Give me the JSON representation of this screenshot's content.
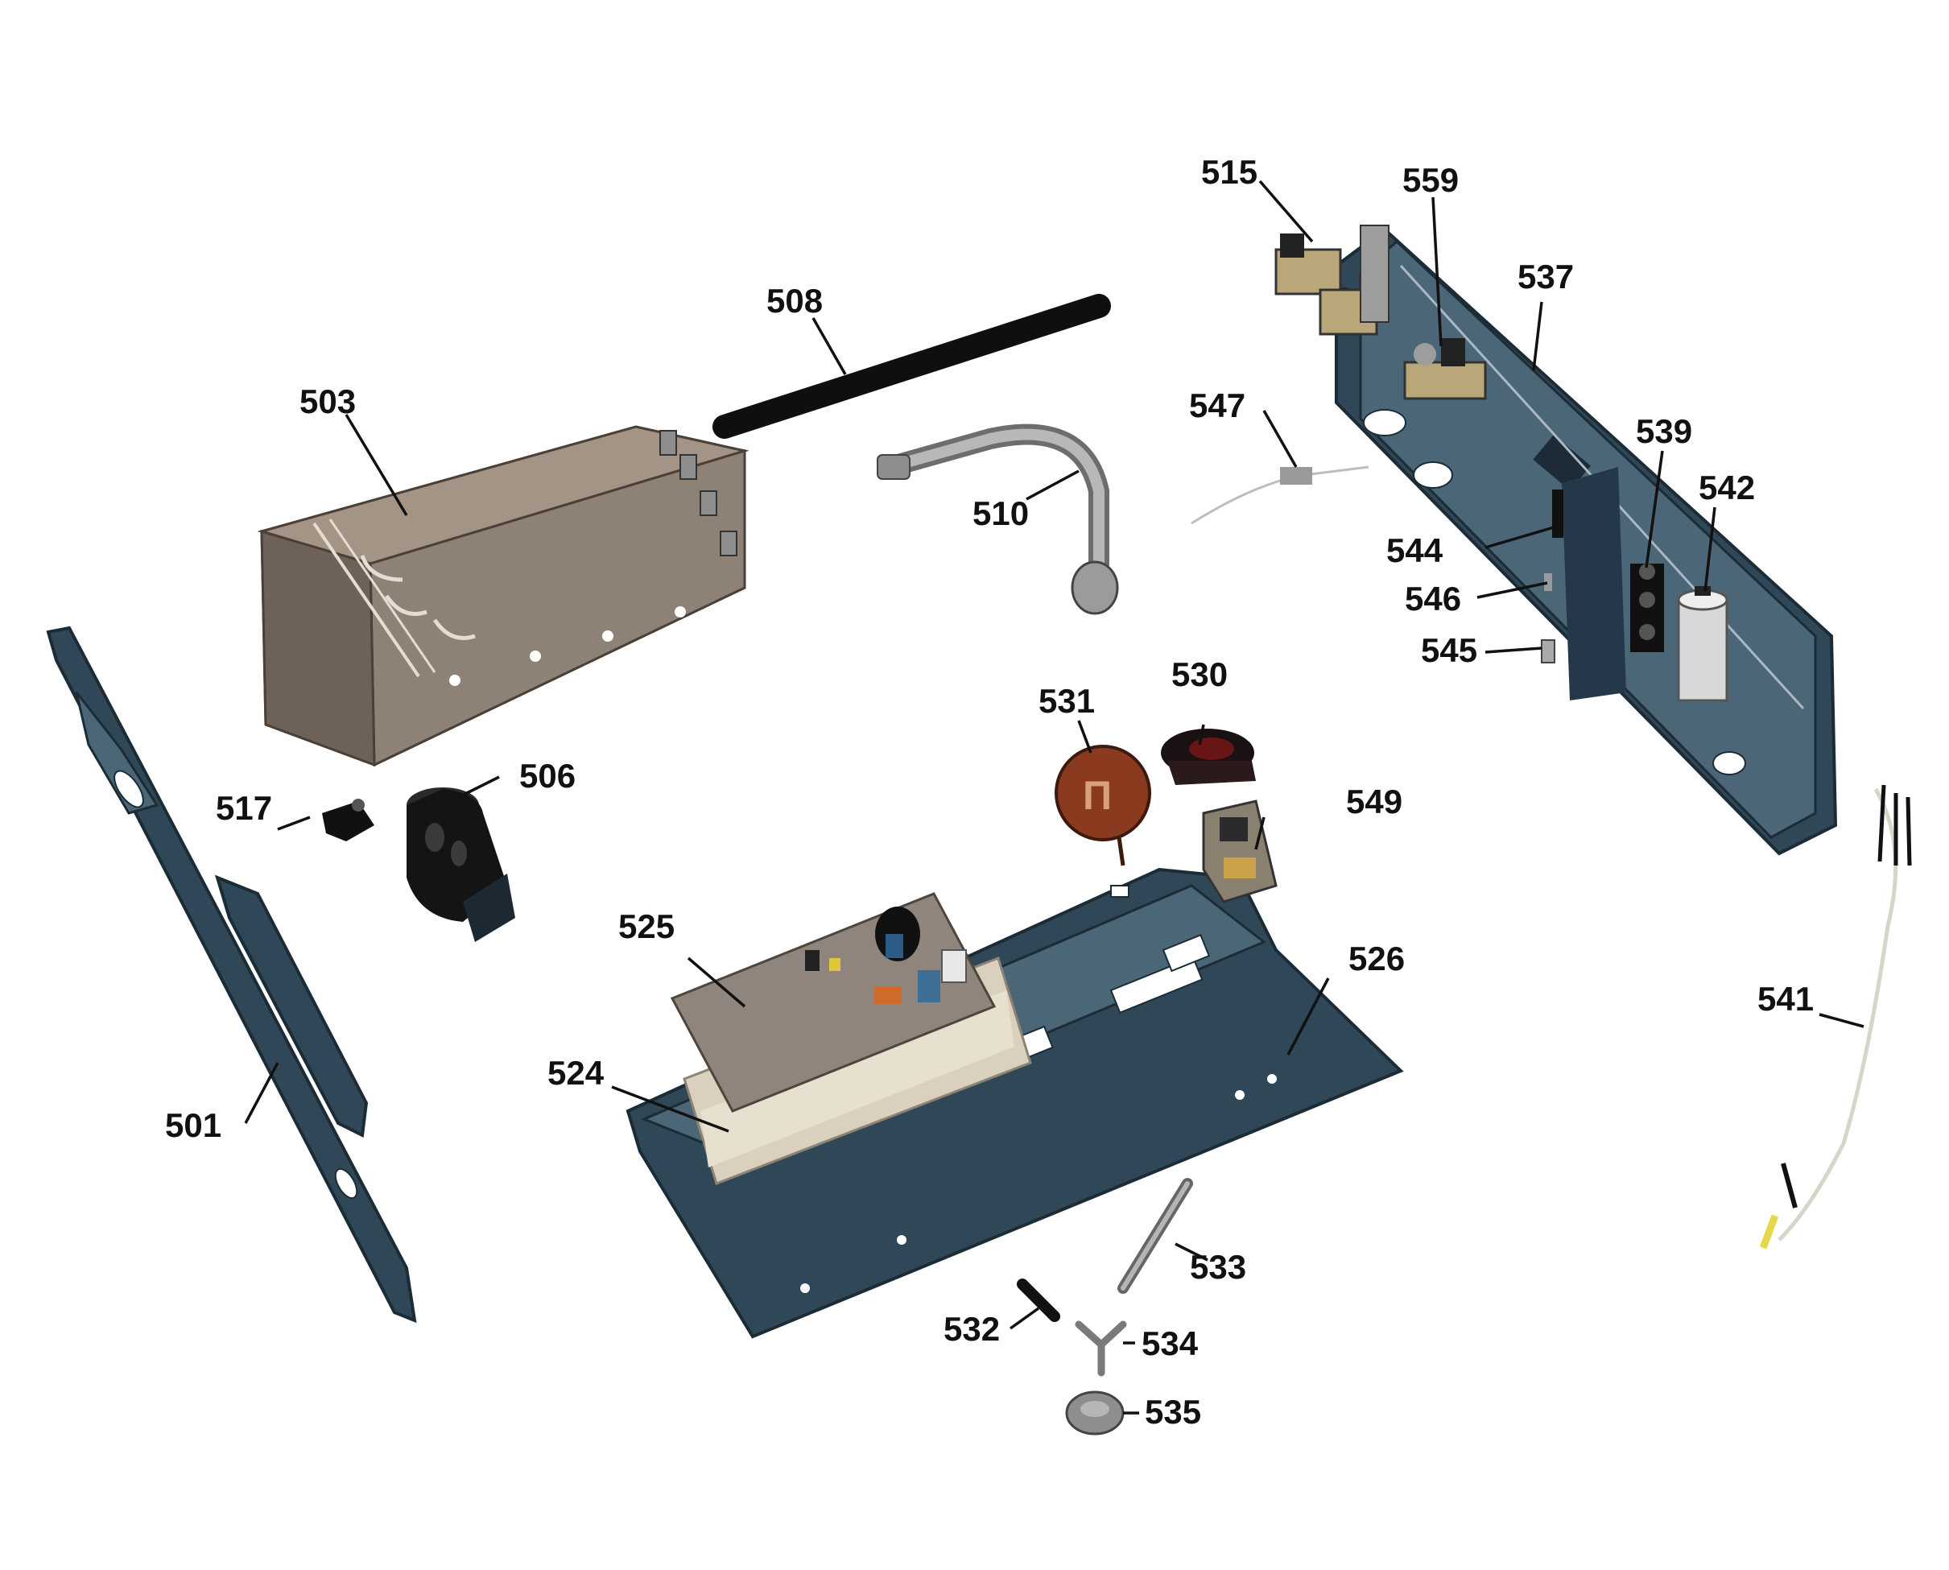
{
  "labels": {
    "p501": "501",
    "p503": "503",
    "p506": "506",
    "p508": "508",
    "p510": "510",
    "p515": "515",
    "p517": "517",
    "p524": "524",
    "p525": "525",
    "p526": "526",
    "p530": "530",
    "p531": "531",
    "p532": "532",
    "p533": "533",
    "p534": "534",
    "p535": "535",
    "p537": "537",
    "p539": "539",
    "p541": "541",
    "p542": "542",
    "p544": "544",
    "p545": "545",
    "p546": "546",
    "p547": "547",
    "p549": "549",
    "p559": "559"
  },
  "colors": {
    "sheet_metal": "#2f4756",
    "heater_box": "#9e8f82",
    "pcb": "#8f857c",
    "pressure_switch": "#8a3a1e",
    "hose": "#0f0f0f",
    "capacitor": "#d8d8d8"
  }
}
